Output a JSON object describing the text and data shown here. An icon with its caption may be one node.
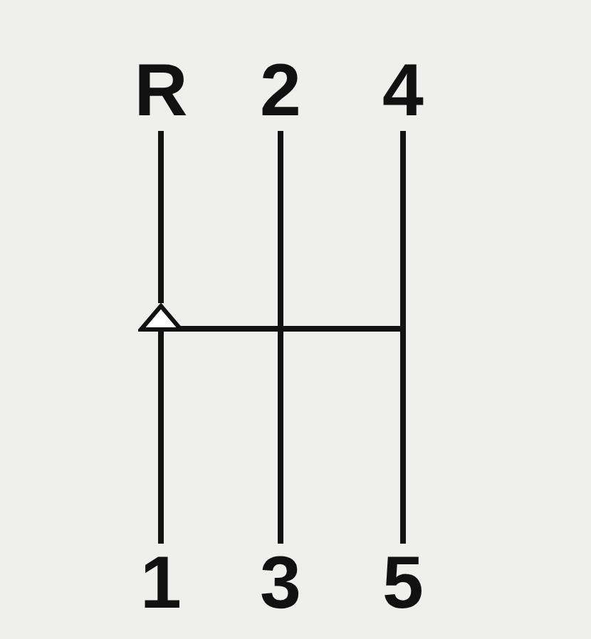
{
  "diagram": {
    "nodes": [
      {
        "text": [
          "R"
        ]
      },
      {
        "text": [
          "2"
        ]
      },
      {
        "text": [
          "4"
        ]
      },
      {
        "text": [
          "1"
        ]
      },
      {
        "text": [
          "3"
        ]
      },
      {
        "text": [
          "5"
        ]
      },
      {
        "text": [],
        "shape": "triangle"
      }
    ],
    "edges": [
      {
        "from": 0,
        "to": 6,
        "arrow": "none"
      },
      {
        "from": 6,
        "to": 3,
        "arrow": "none"
      },
      {
        "from": 1,
        "to": 4,
        "arrow": "none"
      },
      {
        "from": 2,
        "to": 5,
        "arrow": "none"
      }
    ]
  }
}
